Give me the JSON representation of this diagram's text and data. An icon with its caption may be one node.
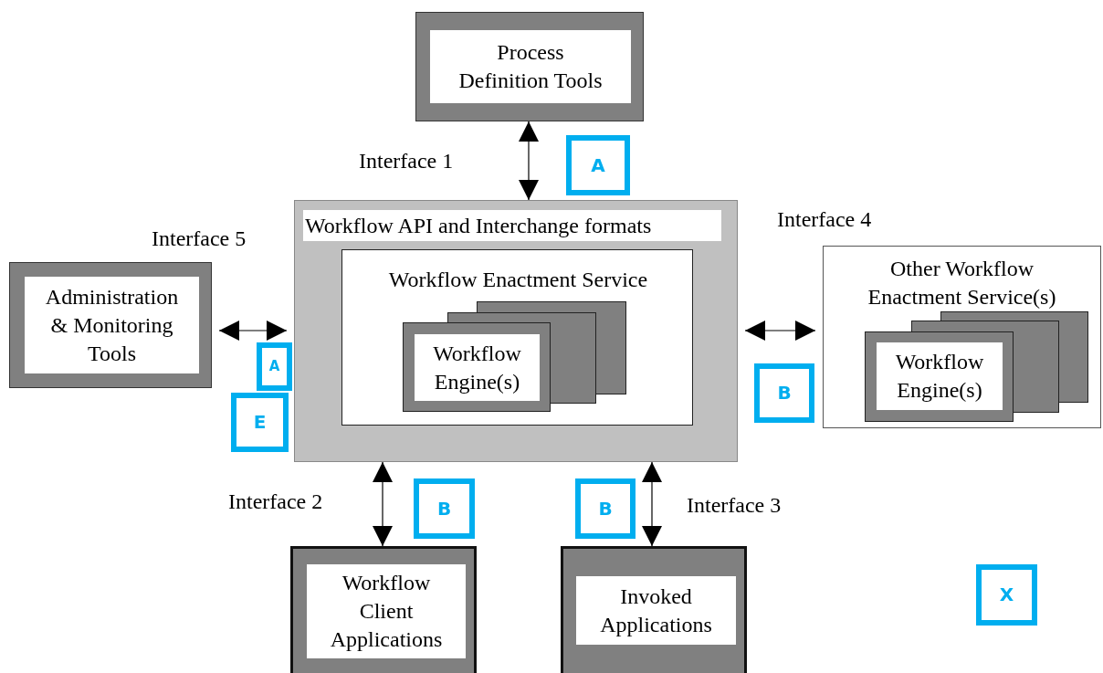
{
  "diagram": {
    "nodes": [
      {
        "text": [
          "Process Definition Tools"
        ]
      },
      {
        "text": [
          "A"
        ]
      },
      {
        "text": [
          "Workflow API and Interchange formats"
        ]
      },
      {
        "text": [
          "Workflow Enactment Service"
        ],
        "in": 2
      },
      {
        "text": [
          "Workflow Engine(s)"
        ],
        "in": 3
      },
      {
        "text": [
          "Other Workflow Enactment Service(s)"
        ]
      },
      {
        "text": [
          "Workflow Engine(s)"
        ],
        "in": 5
      },
      {
        "text": [
          "Administration & Monitoring Tools"
        ]
      },
      {
        "text": [
          "A"
        ]
      },
      {
        "text": [
          "E"
        ]
      },
      {
        "text": [
          "B"
        ]
      },
      {
        "text": [
          "B"
        ]
      },
      {
        "text": [
          "B"
        ]
      },
      {
        "text": [
          "Workflow Client Applications"
        ]
      },
      {
        "text": [
          "Invoked Applications"
        ]
      },
      {
        "text": [
          "X"
        ]
      }
    ],
    "edges": [
      {
        "from": 0,
        "to": 2,
        "arrow": "both"
      },
      {
        "from": 7,
        "to": 2,
        "arrow": "both"
      },
      {
        "from": 2,
        "to": 5,
        "arrow": "both"
      },
      {
        "from": 2,
        "to": 13,
        "arrow": "both"
      },
      {
        "from": 2,
        "to": 14,
        "arrow": "both"
      }
    ],
    "labels": [
      "Interface 1",
      "Interface 4",
      "Interface 5",
      "Interface 2",
      "Interface 3"
    ]
  }
}
